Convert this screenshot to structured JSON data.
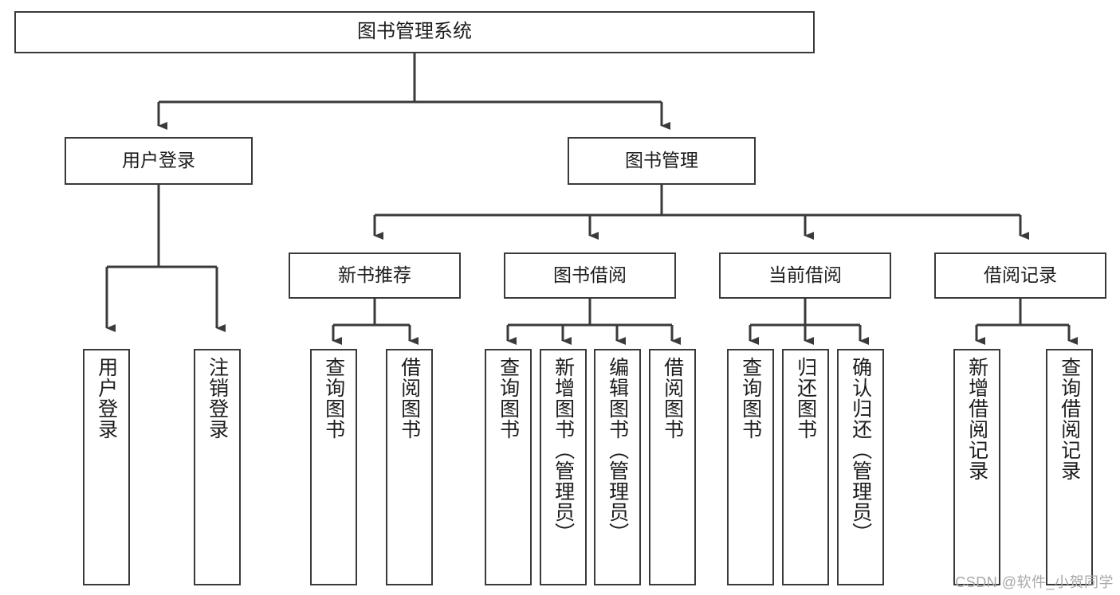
{
  "diagram": {
    "title": "图书管理系统",
    "watermark": "CSDN @软件_小贺同学",
    "colors": {
      "stroke": "#3a3a3a",
      "background": "#ffffff",
      "text": "#1c1c1c",
      "watermark": "#a8a8a8"
    },
    "root": {
      "label": "图书管理系统"
    },
    "level2": [
      {
        "label": "用户登录"
      },
      {
        "label": "图书管理"
      }
    ],
    "level3": [
      {
        "label": "新书推荐"
      },
      {
        "label": "图书借阅"
      },
      {
        "label": "当前借阅"
      },
      {
        "label": "借阅记录"
      }
    ],
    "leaves": {
      "user_login": [
        {
          "label": "用户登录"
        },
        {
          "label": "注销登录"
        }
      ],
      "new_book": [
        {
          "label": "查询图书"
        },
        {
          "label": "借阅图书"
        }
      ],
      "borrow_book": [
        {
          "label": "查询图书"
        },
        {
          "label": "新增图书（管理员）"
        },
        {
          "label": "编辑图书（管理员）"
        },
        {
          "label": "借阅图书"
        }
      ],
      "current_borrow": [
        {
          "label": "查询图书"
        },
        {
          "label": "归还图书"
        },
        {
          "label": "确认归还（管理员）"
        }
      ],
      "borrow_record": [
        {
          "label": "新增借阅记录"
        },
        {
          "label": "查询借阅记录"
        }
      ]
    }
  },
  "chart_data": {
    "type": "diagram",
    "subtype": "tree-hierarchy",
    "title": "图书管理系统",
    "orientation": "top-down",
    "nodes": [
      {
        "id": "root",
        "label": "图书管理系统",
        "level": 0,
        "parent": null
      },
      {
        "id": "n-user-login",
        "label": "用户登录",
        "level": 1,
        "parent": "root"
      },
      {
        "id": "n-book-mgmt",
        "label": "图书管理",
        "level": 1,
        "parent": "root"
      },
      {
        "id": "n-new-book",
        "label": "新书推荐",
        "level": 2,
        "parent": "n-book-mgmt"
      },
      {
        "id": "n-borrow-book",
        "label": "图书借阅",
        "level": 2,
        "parent": "n-book-mgmt"
      },
      {
        "id": "n-current-borrow",
        "label": "当前借阅",
        "level": 2,
        "parent": "n-book-mgmt"
      },
      {
        "id": "n-borrow-record",
        "label": "借阅记录",
        "level": 2,
        "parent": "n-book-mgmt"
      },
      {
        "id": "l-user-login",
        "label": "用户登录",
        "level": 2,
        "parent": "n-user-login"
      },
      {
        "id": "l-logout",
        "label": "注销登录",
        "level": 2,
        "parent": "n-user-login"
      },
      {
        "id": "l-nb-query",
        "label": "查询图书",
        "level": 3,
        "parent": "n-new-book"
      },
      {
        "id": "l-nb-borrow",
        "label": "借阅图书",
        "level": 3,
        "parent": "n-new-book"
      },
      {
        "id": "l-bb-query",
        "label": "查询图书",
        "level": 3,
        "parent": "n-borrow-book"
      },
      {
        "id": "l-bb-add",
        "label": "新增图书（管理员）",
        "level": 3,
        "parent": "n-borrow-book"
      },
      {
        "id": "l-bb-edit",
        "label": "编辑图书（管理员）",
        "level": 3,
        "parent": "n-borrow-book"
      },
      {
        "id": "l-bb-borrow",
        "label": "借阅图书",
        "level": 3,
        "parent": "n-borrow-book"
      },
      {
        "id": "l-cb-query",
        "label": "查询图书",
        "level": 3,
        "parent": "n-current-borrow"
      },
      {
        "id": "l-cb-return",
        "label": "归还图书",
        "level": 3,
        "parent": "n-current-borrow"
      },
      {
        "id": "l-cb-confirm",
        "label": "确认归还（管理员）",
        "level": 3,
        "parent": "n-current-borrow"
      },
      {
        "id": "l-br-add",
        "label": "新增借阅记录",
        "level": 3,
        "parent": "n-borrow-record"
      },
      {
        "id": "l-br-query",
        "label": "查询借阅记录",
        "level": 3,
        "parent": "n-borrow-record"
      }
    ],
    "edge_style": "orthogonal-arrow"
  }
}
